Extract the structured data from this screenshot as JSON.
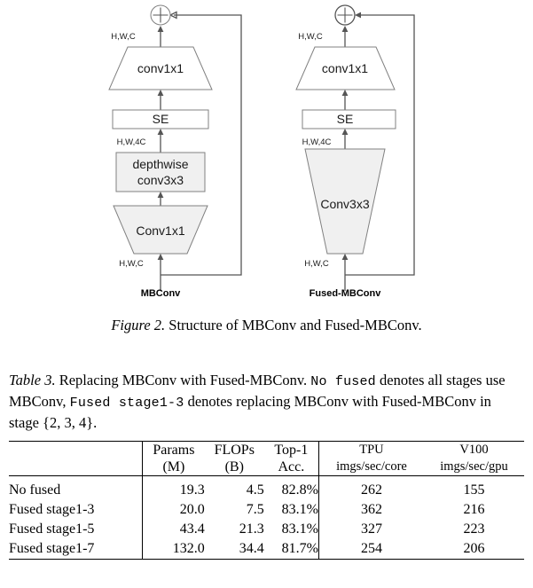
{
  "figure": {
    "caption_prefix": "Figure 2.",
    "caption_text": " Structure of MBConv and Fused-MBConv.",
    "diagrams": [
      {
        "name": "MBConv",
        "blocks": [
          {
            "id": "mbconv-conv1x1-top",
            "label": "conv1x1",
            "shape": "trapezoid-up",
            "fill": "#ffffff"
          },
          {
            "id": "mbconv-se",
            "label": "SE",
            "shape": "rect",
            "fill": "#ffffff"
          },
          {
            "id": "mbconv-depthwise",
            "label": "depthwise",
            "label2": "conv3x3",
            "shape": "rect",
            "fill": "#f0f0f0"
          },
          {
            "id": "mbconv-conv1x1-bot",
            "label": "Conv1x1",
            "shape": "trapezoid-down",
            "fill": "#f0f0f0"
          }
        ],
        "tensor_labels": {
          "top": "H,W,C",
          "mid": "H,W,4C",
          "bottom": "H,W,C"
        },
        "adder": "+"
      },
      {
        "name": "Fused-MBConv",
        "blocks": [
          {
            "id": "fused-conv1x1-top",
            "label": "conv1x1",
            "shape": "trapezoid-up",
            "fill": "#ffffff"
          },
          {
            "id": "fused-se",
            "label": "SE",
            "shape": "rect",
            "fill": "#ffffff"
          },
          {
            "id": "fused-conv3x3",
            "label": "Conv3x3",
            "shape": "trapezoid-down",
            "fill": "#f0f0f0"
          }
        ],
        "tensor_labels": {
          "top": "H,W,C",
          "mid": "H,W,4C",
          "bottom": "H,W,C"
        },
        "adder": "+"
      }
    ]
  },
  "table": {
    "caption_prefix": "Table 3.",
    "caption_part1": " Replacing MBConv with Fused-MBConv. ",
    "caption_mono1": "No fused",
    "caption_part2": " denotes all stages use MBConv, ",
    "caption_mono2": "Fused stage1-3",
    "caption_part3": " denotes replacing MBConv with Fused-MBConv in stage {2, 3, 4}.",
    "headers": {
      "name": "",
      "params_l1": "Params",
      "params_l2": "(M)",
      "flops_l1": "FLOPs",
      "flops_l2": "(B)",
      "top1_l1": "Top-1",
      "top1_l2": "Acc.",
      "tpu_l1": "TPU",
      "tpu_l2": "imgs/sec/core",
      "v100_l1": "V100",
      "v100_l2": "imgs/sec/gpu"
    },
    "rows": [
      {
        "name": "No fused",
        "params": "19.3",
        "flops": "4.5",
        "top1": "82.8%",
        "tpu": "262",
        "v100": "155"
      },
      {
        "name": "Fused stage1-3",
        "params": "20.0",
        "flops": "7.5",
        "top1": "83.1%",
        "tpu": "362",
        "v100": "216"
      },
      {
        "name": "Fused stage1-5",
        "params": "43.4",
        "flops": "21.3",
        "top1": "83.1%",
        "tpu": "327",
        "v100": "223"
      },
      {
        "name": "Fused stage1-7",
        "params": "132.0",
        "flops": "34.4",
        "top1": "81.7%",
        "tpu": "254",
        "v100": "206"
      }
    ]
  },
  "colors": {
    "block_gray": "#f0f0f0",
    "block_white": "#ffffff",
    "stroke": "#808080",
    "connector": "#555555",
    "text": "#000000"
  }
}
